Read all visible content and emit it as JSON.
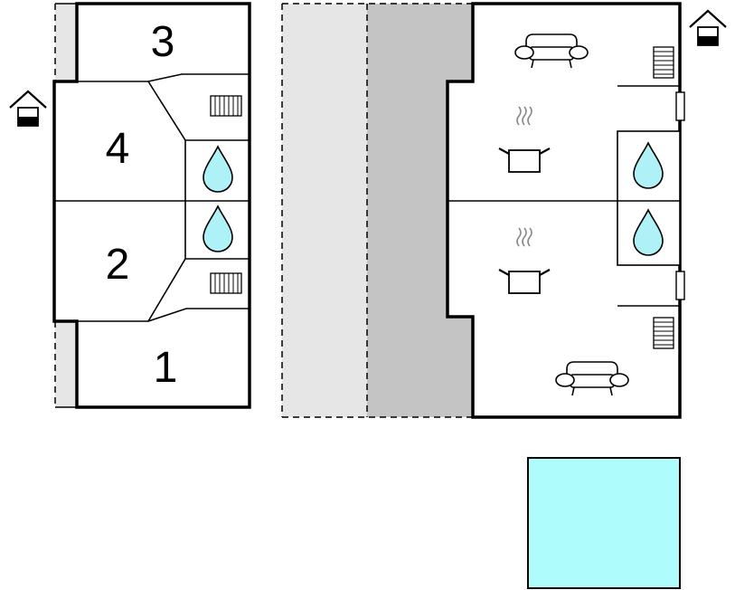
{
  "rooms": {
    "bedroom_3": "3",
    "bedroom_4": "4",
    "bedroom_2": "2",
    "bedroom_1": "1"
  },
  "colors": {
    "water": "#aef2f8",
    "pool": "#aefcfc",
    "terrace_light": "#e6e6e6",
    "terrace_dark": "#c4c4c4",
    "outline": "#000000"
  },
  "icons": {
    "entrance": "house-entrance-icon",
    "bathroom": "water-drop-icon",
    "radiator": "radiator-icon",
    "sofa": "sofa-icon",
    "kitchen": "cooking-pot-icon",
    "window": "window-icon",
    "pool": "pool-area"
  }
}
